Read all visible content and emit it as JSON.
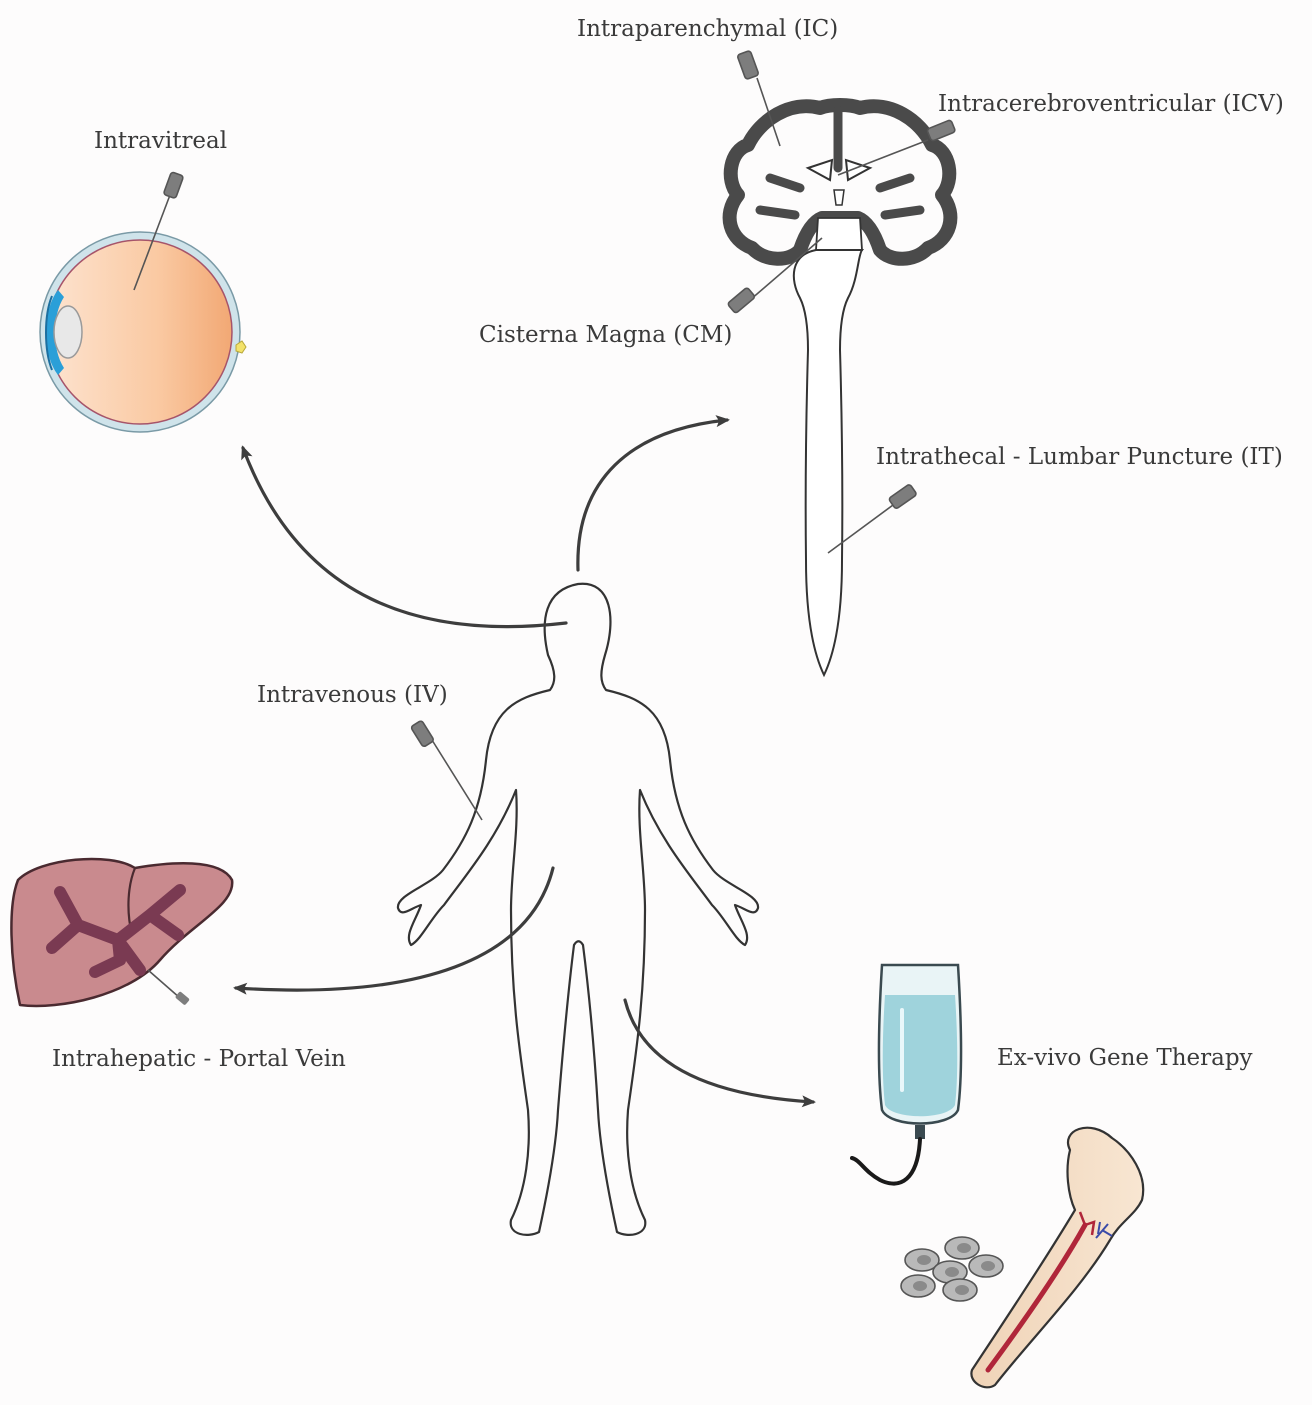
{
  "labels": {
    "intraparenchymal": "Intraparenchymal (IC)",
    "intracerebroventricular": "Intracerebroventricular (ICV)",
    "intravitreal": "Intravitreal",
    "cisterna_magna": "Cisterna Magna (CM)",
    "intrathecal": "Intrathecal - Lumbar Puncture (IT)",
    "intravenous": "Intravenous (IV)",
    "intrahepatic": "Intrahepatic - Portal Vein",
    "ex_vivo": "Ex-vivo Gene Therapy"
  },
  "icons": [
    "human-body-icon",
    "eye-icon",
    "brain-spinal-cord-icon",
    "liver-icon",
    "iv-bag-icon",
    "bone-icon",
    "cells-icon",
    "syringe-icon",
    "arrow-icon"
  ],
  "colors": {
    "outline": "#333333",
    "arrow": "#3d3d3d",
    "eye_fill": "#f7b88a",
    "cornea": "#2a9fd8",
    "liver": "#c98a8e",
    "portal_vein": "#7a3a52",
    "iv_fluid": "#9fd3dc",
    "bone": "#f3dcc3",
    "marrow_artery": "#b0263a",
    "cells": "#b9b9b9"
  }
}
